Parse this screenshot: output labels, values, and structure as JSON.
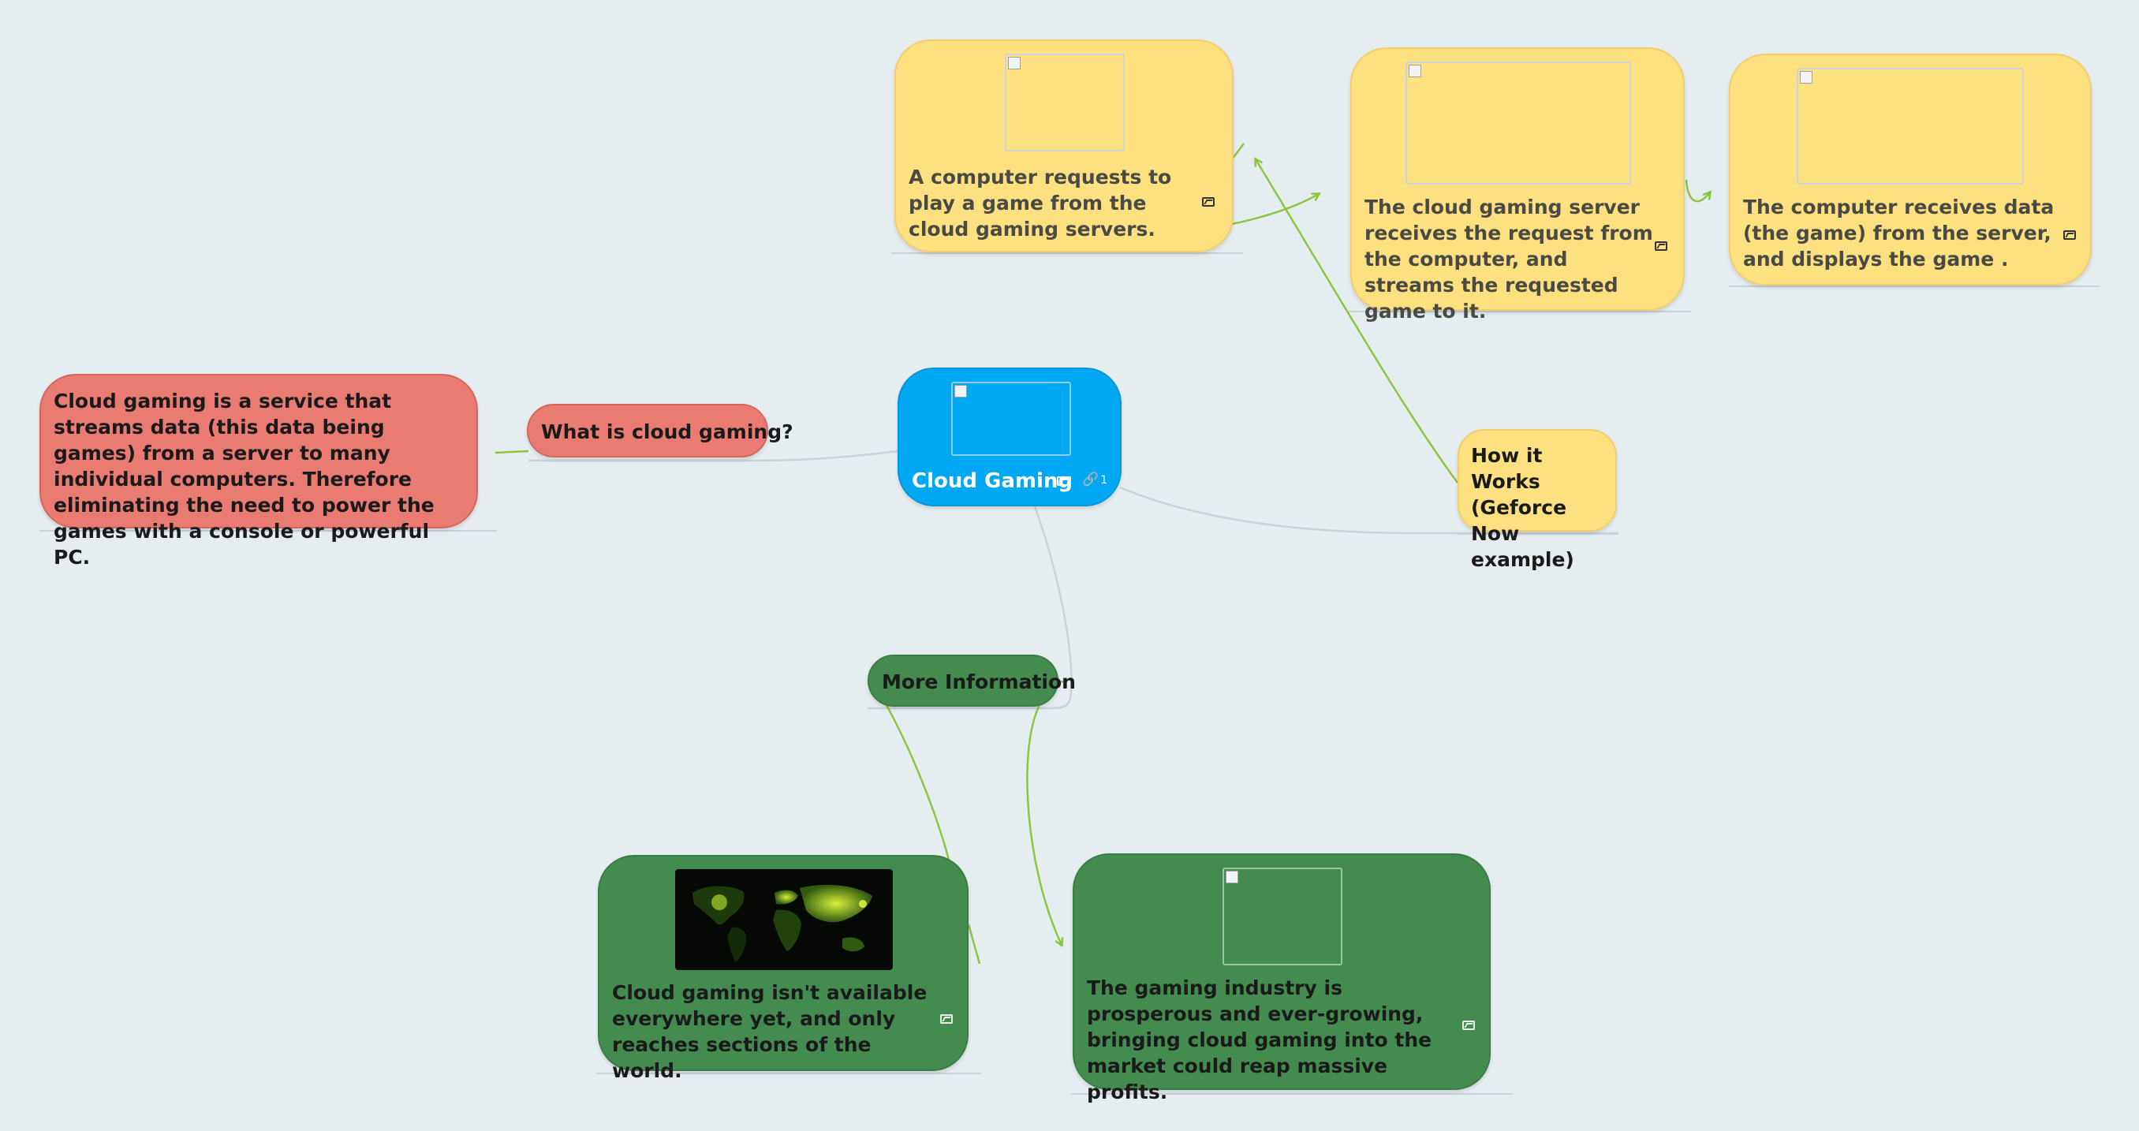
{
  "colors": {
    "background": "#e6edf1",
    "central": "#00a7f2",
    "yellow_branch": "#fde080",
    "red_branch": "#e97b72",
    "green_branch": "#448b50",
    "connector_green": "#8cc63f",
    "connector_grey": "#c9d3d9"
  },
  "central": {
    "title": "Cloud Gaming",
    "icon": "image-icon",
    "link_icon": "link-icon",
    "link_count": "1"
  },
  "what_is": {
    "title": "What is cloud gaming?",
    "answer": "Cloud gaming is a service that streams data (this data being games) from a server to many individual computers. Therefore eliminating the need to power the games with a console or powerful PC."
  },
  "how_it_works": {
    "title": "How it Works (Geforce Now example)",
    "step1": "A computer requests to play a game from the cloud gaming servers.",
    "step2": "The cloud gaming server receives the request from the computer, and streams the requested game to it.",
    "step3": "The computer receives data (the game) from the server, and displays the game ."
  },
  "more_info": {
    "title": "More Information",
    "availability": "Cloud gaming isn't available everywhere yet, and only reaches sections of the world.",
    "industry": "The gaming industry is prosperous and ever-growing, bringing cloud gaming into the market could reap massive profits."
  }
}
